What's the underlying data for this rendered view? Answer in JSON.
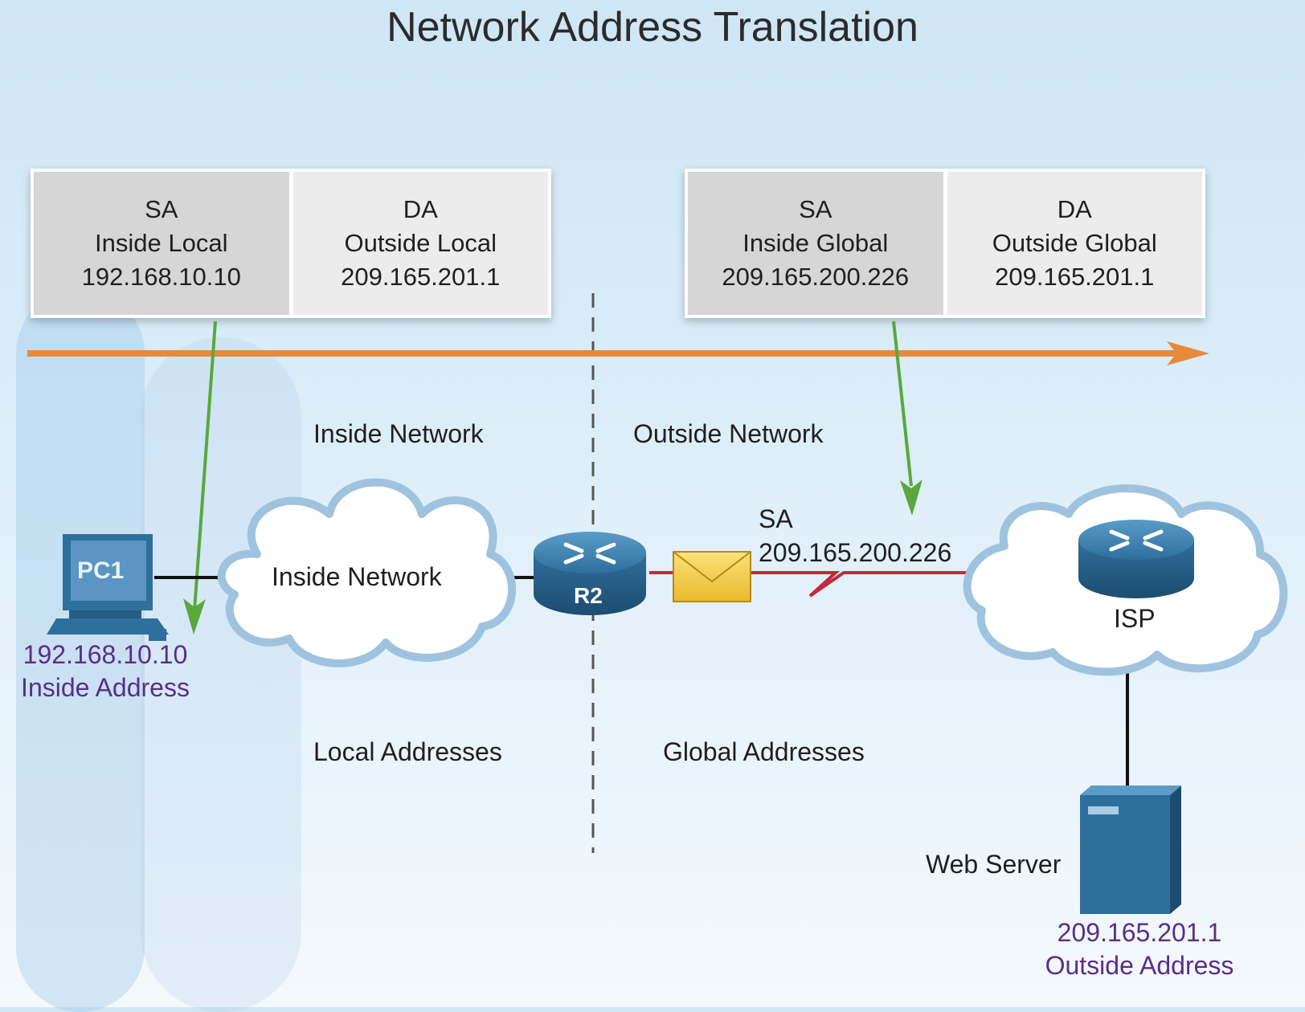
{
  "title": "Network Address Translation",
  "inside_header": {
    "sa": {
      "label": "SA",
      "type": "Inside Local",
      "address": "192.168.10.10"
    },
    "da": {
      "label": "DA",
      "type": "Outside Local",
      "address": "209.165.201.1"
    }
  },
  "outside_header": {
    "sa": {
      "label": "SA",
      "type": "Inside Global",
      "address": "209.165.200.226"
    },
    "da": {
      "label": "DA",
      "type": "Outside Global",
      "address": "209.165.201.1"
    }
  },
  "zones": {
    "inside_network": "Inside Network",
    "outside_network": "Outside Network",
    "local_addresses": "Local Addresses",
    "global_addresses": "Global Addresses"
  },
  "devices": {
    "pc": {
      "label": "PC1",
      "address": "192.168.10.10",
      "role": "Inside Address"
    },
    "inside_cloud": {
      "label": "Inside Network"
    },
    "router": {
      "label": "R2"
    },
    "isp": {
      "label": "ISP"
    },
    "server": {
      "label": "Web Server",
      "address": "209.165.201.1",
      "role": "Outside Address"
    }
  },
  "packet": {
    "field": "SA",
    "address": "209.165.200.226"
  },
  "colors": {
    "flow_arrow": "#e8893a",
    "mapping_arrow": "#5aa83c",
    "serial_link": "#c22a3a",
    "address_text": "#5b2d8a",
    "device_blue": "#2f6f9c"
  }
}
